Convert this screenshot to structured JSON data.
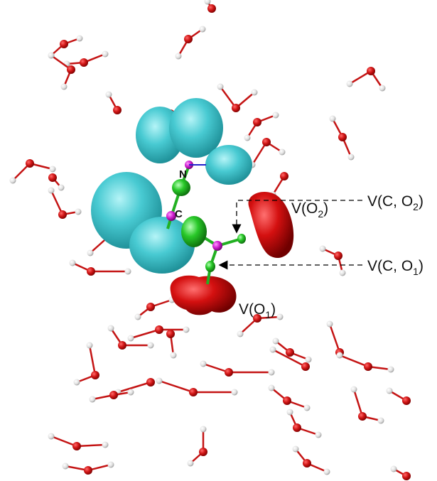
{
  "labels": {
    "v_c_o2": {
      "main": "V(C, O",
      "sub": "2",
      "tail": ")"
    },
    "v_o2": {
      "main": "V(O",
      "sub": "2",
      "tail": ")"
    },
    "v_c_o1": {
      "main": "V(C, O",
      "sub": "1",
      "tail": ")"
    },
    "v_o1": {
      "main": "V(O",
      "sub": "1",
      "tail": ")"
    },
    "atom_n": "N",
    "atom_c": "C"
  },
  "colors": {
    "oxygen": "#cc1111",
    "hydrogen": "#d8d8d8",
    "cyan_basin": "#3fc8cf",
    "red_basin": "#cc0a0a",
    "green_basin": "#22c022",
    "magenta_atom": "#cc22cc",
    "arrow": "#000000"
  }
}
